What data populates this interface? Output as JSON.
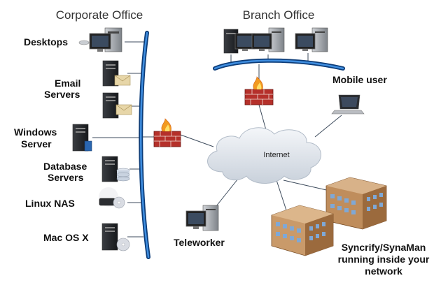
{
  "corporate": {
    "title": "Corporate Office",
    "desktops": "Desktops",
    "email_line1": "Email",
    "email_line2": "Servers",
    "windows_line1": "Windows",
    "windows_line2": "Server",
    "database_line1": "Database",
    "database_line2": "Servers",
    "linux_nas": "Linux NAS",
    "mac": "Mac OS X"
  },
  "branch": {
    "title": "Branch Office"
  },
  "mobile": "Mobile user",
  "internet": "Internet",
  "teleworker": "Teleworker",
  "syncrify_line1": "Syncrify/SynaMan",
  "syncrify_line2": "running inside your",
  "syncrify_line3": "network",
  "colors": {
    "backbone": "#1f5ea8",
    "firewall_brick": "#b5302a",
    "flame": "#f29a1f",
    "cloud": "#dfe6ee",
    "connector": "#556677"
  }
}
